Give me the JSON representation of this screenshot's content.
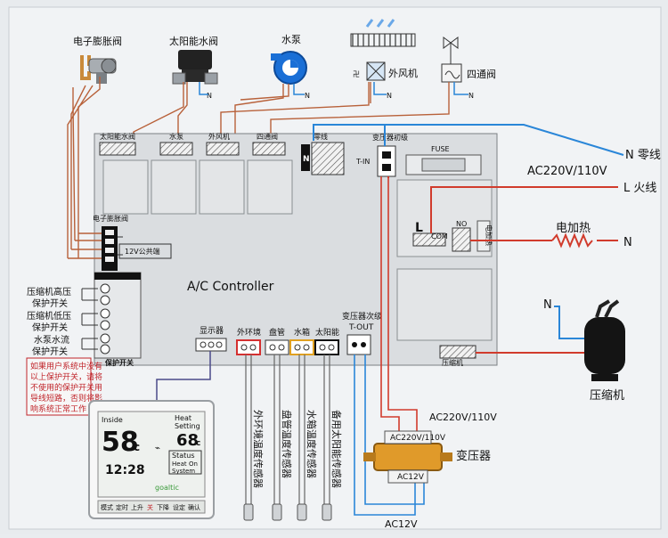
{
  "components": {
    "expansion_valve": "电子膨胀阀",
    "solar_valve": "太阳能水阀",
    "water_pump": "水泵",
    "outdoor_fan": "外风机",
    "four_way_valve": "四通阀",
    "fan_symbol": "卍",
    "n": "N"
  },
  "board": {
    "title": "A/C Controller",
    "relay_labels": [
      "太阳能水阀",
      "水泵",
      "外风机",
      "四通阀",
      "零线"
    ],
    "neutral_box": "N",
    "transformer_primary": "变压器初级",
    "fuse": "FUSE",
    "t_in": "T-IN",
    "l_box": "L",
    "com": "COM",
    "no": "NO",
    "heater_relay": "电加热",
    "evv_connector": "电子膨胀阀",
    "common_12v": "12V公共端",
    "secondary_label": "变压器次级",
    "t_out": "T-OUT",
    "display": "显示器",
    "sensor_headers": [
      "外环境",
      "盘管",
      "水箱",
      "太阳能"
    ],
    "compressor_relay": "压缩机",
    "protection_title": "保护开关"
  },
  "protection": [
    "压缩机高压",
    "保护开关",
    "压缩机低压",
    "保护开关",
    "水泵水流",
    "保护开关"
  ],
  "note_lines": [
    "如果用户系统中没有",
    "以上保护开关，请将",
    "不使用的保护开关用",
    "导线短路，否则将影",
    "响系统正常工作"
  ],
  "power": {
    "neutral": "N 零线",
    "live": "L 火线",
    "voltage": "AC220V/110V",
    "heater": "电加热",
    "n": "N"
  },
  "compressor": {
    "label": "压缩机",
    "n": "N"
  },
  "transformer": {
    "label": "变压器",
    "primary_voltage": "AC220V/110V",
    "top": "AC220V/110V",
    "bottom": "AC12V",
    "secondary_voltage": "AC12V"
  },
  "sensors": [
    "外环境温度传感器",
    "盘管温度传感器",
    "水箱温度传感器",
    "备用太阳能传感器"
  ],
  "thermostat": {
    "inside": "Inside",
    "heat": "Heat",
    "setting": "Setting",
    "temp_left": "58",
    "temp_right": "68",
    "unit": "c",
    "status": "Status",
    "heat_on": "Heat",
    "on": "On",
    "system": "System",
    "time": "12:28",
    "brand": "goaltic",
    "buttons": [
      "模式",
      "定时",
      "上升",
      "关",
      "下降",
      "设定",
      "确认"
    ]
  },
  "colors": {
    "wire_red": "#d13b2c",
    "wire_blue": "#2a86d8",
    "wire_brown": "#b8613a",
    "board": "#d9dcdf",
    "transformer": "#e09a2a",
    "sensor_red": "#d43030",
    "sensor_orange": "#e0a020",
    "sensor_black": "#111111"
  }
}
